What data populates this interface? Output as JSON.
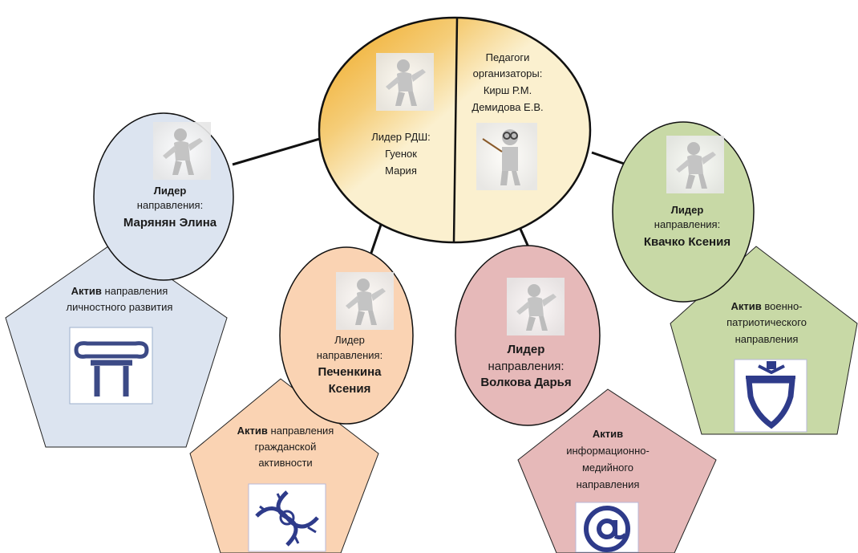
{
  "center": {
    "leader_text": [
      "Лидер РДШ:",
      "Гуенок",
      "Мария"
    ],
    "teachers_text": [
      "Педагоги",
      "организаторы:",
      "Кирш Р.М.",
      "Демидова Е.В."
    ],
    "colors": {
      "fill": "#fbf0cf",
      "gradient": "#f0a81e",
      "stroke": "#111111"
    }
  },
  "nodes": [
    {
      "id": "personal",
      "leader_label": "Лидер",
      "leader_sub": "направления:",
      "leader_name": "Марянян Элина",
      "aktiv_bold": "Актив",
      "aktiv_lines": [
        "направления",
        "личностного развития"
      ],
      "color": "#dce4f0",
      "icon": "column-icon"
    },
    {
      "id": "civic",
      "leader_label": "Лидер",
      "leader_sub": "направления:",
      "leader_name_lines": [
        "Печенкина",
        "Ксения"
      ],
      "aktiv_bold": "Актив",
      "aktiv_lines": [
        "направления",
        "гражданской",
        "активности"
      ],
      "color": "#fad3b3",
      "icon": "hands-icon"
    },
    {
      "id": "media",
      "leader_label": "Лидер",
      "leader_sub": "направления:",
      "leader_name": "Волкова Дарья",
      "aktiv_bold": "Актив",
      "aktiv_lines": [
        "информационно-",
        "медийного",
        "направления"
      ],
      "color": "#e6b9b9",
      "icon": "at-sign-icon"
    },
    {
      "id": "military",
      "leader_label": "Лидер",
      "leader_sub": "направления:",
      "leader_name": "Квачко Ксения",
      "aktiv_bold": "Актив",
      "aktiv_lines": [
        "военно-",
        "патриотического",
        "направления"
      ],
      "color": "#c8d9a6",
      "icon": "shield-icon"
    }
  ]
}
